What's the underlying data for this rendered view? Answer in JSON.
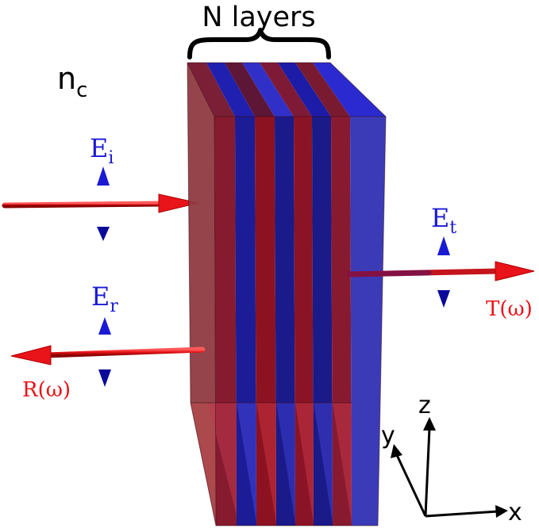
{
  "header": {
    "label": "N layers"
  },
  "medium": {
    "label": "n",
    "subscript": "c"
  },
  "incident": {
    "field_label": "E",
    "field_sub": "i"
  },
  "reflected": {
    "field_label": "E",
    "field_sub": "r",
    "coefficient": "R(ω)"
  },
  "transmitted": {
    "field_label": "E",
    "field_sub": "t",
    "coefficient": "T(ω)"
  },
  "axes": {
    "x": "x",
    "y": "y",
    "z": "z"
  },
  "colors": {
    "red_layer": "#8b1a30",
    "blue_layer": "#22229a",
    "arrow": "#e8141a",
    "field": "#1a1ad4",
    "label_red": "#e8141a"
  }
}
